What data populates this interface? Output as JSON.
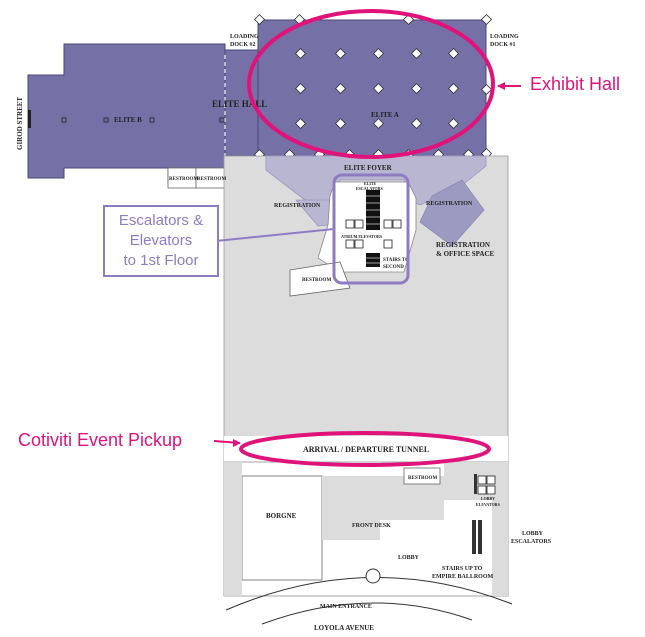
{
  "labels": {
    "girod_street": "GIROD STREET",
    "elite_b": "ELITE B",
    "elite_hall": "ELITE HALL",
    "elite_a": "ELITE A",
    "loading_dock_2": [
      "LOADING",
      "DOCK #2"
    ],
    "loading_dock_1": [
      "LOADING",
      "DOCK #1"
    ],
    "restroom_left": "RESTROOM",
    "restroom_right": "RESTROOM",
    "elite_foyer": "ELITE FOYER",
    "elite_escalators": [
      "ELITE",
      "ESCALATORS"
    ],
    "registration_left": "REGISTRATION",
    "registration_right": "REGISTRATION",
    "registration_office": [
      "REGISTRATION",
      "& OFFICE SPACE"
    ],
    "atrium_elevators": "ATRIUM ELEVATORS",
    "stairs_to_second": [
      "STAIRS TO",
      "SECOND"
    ],
    "restroom_mid": "RESTROOM",
    "arrival_tunnel": "ARRIVAL / DEPARTURE TUNNEL",
    "restroom_lower": "RESTROOM",
    "lobby_elevators": [
      "LOBBY",
      "ELEVATORS"
    ],
    "borgne": "BORGNE",
    "front_desk": "FRONT DESK",
    "lobby": "LOBBY",
    "lobby_escalators": [
      "LOBBY",
      "ESCALATORS"
    ],
    "stairs_empire": [
      "STAIRS UP TO",
      "EMPIRE BALLROOM"
    ],
    "main_entrance": "MAIN ENTRANCE",
    "loyola_avenue": "LOYOLA AVENUE"
  },
  "annotations": {
    "exhibit_hall": "Exhibit Hall",
    "escalators_lines": [
      "Escalators &",
      "Elevators",
      "to 1st Floor"
    ],
    "cotiviti_pickup": "Cotiviti Event Pickup"
  },
  "colors": {
    "hall_fill": "#7570a6",
    "floor_gray": "#dcdcdc",
    "pink": "#e0137b",
    "purple": "#8e7cc3",
    "lavender": "#b9b6d2"
  }
}
